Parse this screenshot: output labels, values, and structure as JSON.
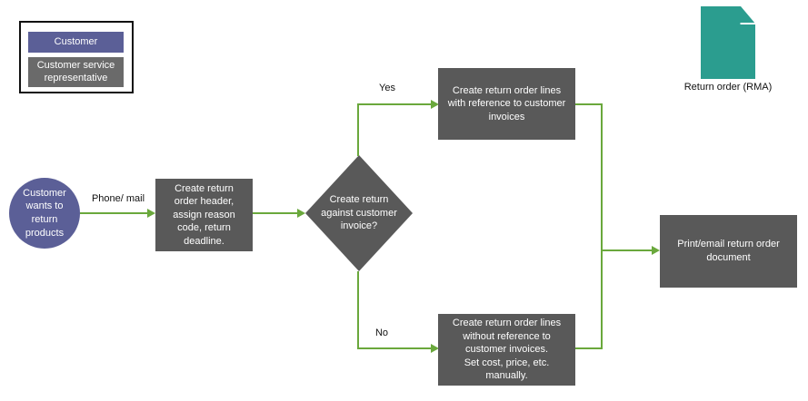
{
  "diagram": {
    "legend": {
      "customer": "Customer",
      "customer_service_rep": "Customer service representative"
    },
    "artifact": {
      "label": "Return order (RMA)"
    },
    "nodes": {
      "start": {
        "type": "start",
        "label": "Customer wants to return products"
      },
      "create_header": {
        "type": "process",
        "label": "Create return order header, assign reason code, return deadline."
      },
      "decision": {
        "type": "decision",
        "label": "Create return against customer invoice?"
      },
      "lines_with_ref": {
        "type": "process",
        "label": "Create return order lines with reference to customer invoices"
      },
      "lines_without_ref": {
        "type": "process",
        "label": "Create return order lines without reference to customer invoices.\nSet cost, price, etc.\nmanually."
      },
      "print_email": {
        "type": "process",
        "label": "Print/email return order document"
      }
    },
    "edge_labels": {
      "phone_mail": "Phone/ mail",
      "yes": "Yes",
      "no": "No"
    },
    "colors": {
      "customer_fill": "#5b5f97",
      "process_fill": "#595959",
      "legend_rep_fill": "#6a6a6a",
      "document_fill": "#2b9d8f",
      "connector": "#6aa83c"
    }
  }
}
